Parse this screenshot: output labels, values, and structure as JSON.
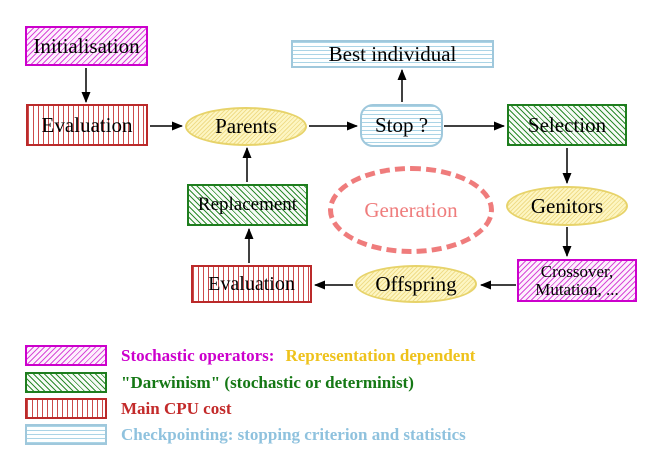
{
  "diagram": {
    "nodes": {
      "initialisation": {
        "label": "Initialisation"
      },
      "evaluation_top": {
        "label": "Evaluation"
      },
      "parents": {
        "label": "Parents"
      },
      "stop": {
        "label": "Stop ?"
      },
      "best_individual": {
        "label": "Best individual"
      },
      "selection": {
        "label": "Selection"
      },
      "genitors": {
        "label": "Genitors"
      },
      "crossover_mutation": {
        "line1": "Crossover,",
        "line2": "Mutation, ..."
      },
      "offspring": {
        "label": "Offspring"
      },
      "evaluation_bottom": {
        "label": "Evaluation"
      },
      "replacement": {
        "label": "Replacement"
      },
      "generation": {
        "label": "Generation"
      }
    },
    "edges": [
      {
        "from": "Initialisation",
        "to": "Evaluation"
      },
      {
        "from": "Evaluation",
        "to": "Parents"
      },
      {
        "from": "Parents",
        "to": "Stop ?"
      },
      {
        "from": "Stop ?",
        "to": "Best individual"
      },
      {
        "from": "Stop ?",
        "to": "Selection"
      },
      {
        "from": "Selection",
        "to": "Genitors"
      },
      {
        "from": "Genitors",
        "to": "Crossover, Mutation, ..."
      },
      {
        "from": "Crossover, Mutation, ...",
        "to": "Offspring"
      },
      {
        "from": "Offspring",
        "to": "Evaluation"
      },
      {
        "from": "Evaluation",
        "to": "Replacement"
      },
      {
        "from": "Replacement",
        "to": "Parents"
      }
    ],
    "colors": {
      "stochastic_magenta": "#cc00cc",
      "darwinism_green": "#1e7d1e",
      "cpu_red": "#c32a2a",
      "checkpoint_cyan": "#9fc8dc",
      "operator_yellow_border": "#e7d36a",
      "operator_yellow_fill": "#fdf6c3",
      "generation_salmon": "#ef7c7c",
      "arrow_black": "#000000"
    }
  },
  "legend": {
    "items": [
      {
        "swatch": "magenta-diagonal-hatch",
        "parts": [
          {
            "text": "Stochastic operators:",
            "color": "#cc00cc"
          },
          {
            "text": "Representation dependent",
            "color": "#eec21c"
          }
        ]
      },
      {
        "swatch": "green-diagonal-hatch",
        "parts": [
          {
            "text": "\"Darwinism\" (stochastic or determinist)",
            "color": "#157815"
          }
        ]
      },
      {
        "swatch": "red-vertical-stripes",
        "parts": [
          {
            "text": "Main CPU cost",
            "color": "#c32a2a"
          }
        ]
      },
      {
        "swatch": "cyan-horizontal-stripes",
        "parts": [
          {
            "text": "Checkpointing: stopping criterion and statistics",
            "color": "#8fc2de"
          }
        ]
      }
    ]
  }
}
